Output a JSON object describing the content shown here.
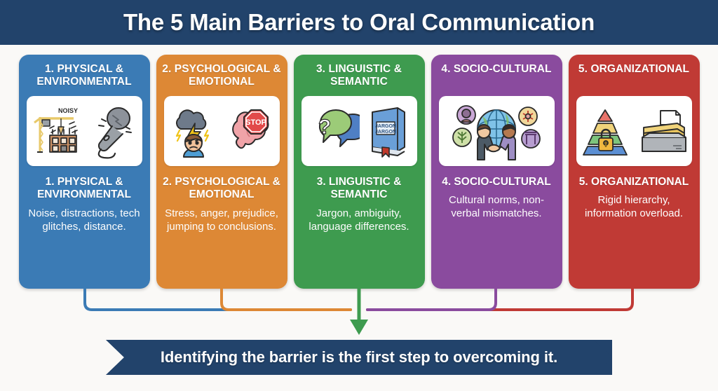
{
  "header": {
    "title": "The 5 Main Barriers to Oral Communication"
  },
  "cards": [
    {
      "number": "1.",
      "head": "1. PHYSICAL & ENVIRONMENTAL",
      "title": "1. PHYSICAL & ENVIRONMENTAL",
      "desc": "Noise, distractions, tech glitches, distance.",
      "color": "#3B7BB5",
      "icons": [
        "construction-crane-icon",
        "microphone-icon"
      ],
      "icon_label": "NOISY"
    },
    {
      "number": "2.",
      "head": "2. PSYCHOLOGICAL & EMOTIONAL",
      "title": "2. PSYCHOLOGICAL & EMOTIONAL",
      "desc": "Stress, anger, prejudice, jumping to conclusions.",
      "color": "#DD8835",
      "icons": [
        "storm-cloud-person-icon",
        "brain-stop-sign-icon"
      ],
      "icon_label": "STOP"
    },
    {
      "number": "3.",
      "head": "3. LINGUISTIC & SEMANTIC",
      "title": "3. LINGUISTIC & SEMANTIC",
      "desc": "Jargon, ambiguity, language differences.",
      "color": "#3E9B4F",
      "icons": [
        "question-speech-bubble-icon",
        "jargon-book-icon"
      ],
      "icon_label": "JARGON JARGON"
    },
    {
      "number": "4.",
      "head": "4. SOCIO-CULTURAL",
      "title": "4. SOCIO-CULTURAL",
      "desc": "Cultural norms, non-verbal mismatches.",
      "color": "#8A4B9E",
      "icons": [
        "globe-handshake-icon",
        "culture-symbols-icon"
      ],
      "icon_label": ""
    },
    {
      "number": "5.",
      "head": "5. ORGANIZATIONAL",
      "title": "5. ORGANIZATIONAL",
      "desc": "Rigid hierarchy, information overload.",
      "color": "#C03A35",
      "icons": [
        "hierarchy-pyramid-lock-icon",
        "file-tray-icon"
      ],
      "icon_label": ""
    }
  ],
  "banner": {
    "text": "Identifying the barrier is the first step to overcoming it.",
    "color": "#22436b"
  },
  "theme": {
    "background": "#faf9f7",
    "header_bar": "#22436b",
    "arrow": "#3E9B4F"
  }
}
